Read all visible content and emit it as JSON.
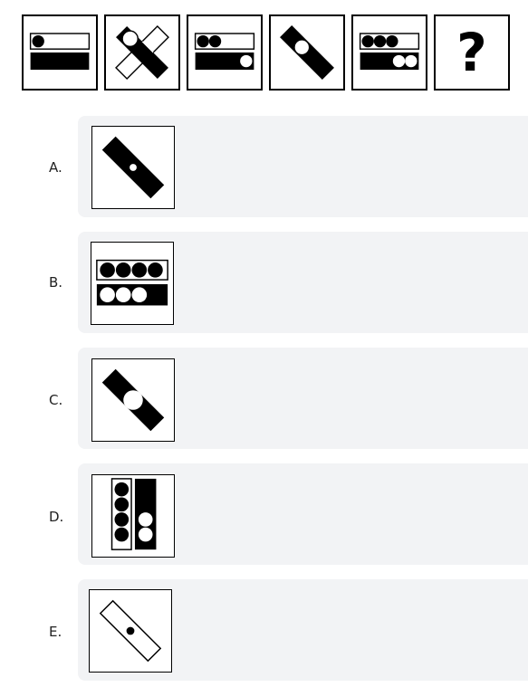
{
  "sequence": {
    "question_mark": "?"
  },
  "options": [
    {
      "label": "A."
    },
    {
      "label": "B."
    },
    {
      "label": "C."
    },
    {
      "label": "D."
    },
    {
      "label": "E."
    }
  ]
}
